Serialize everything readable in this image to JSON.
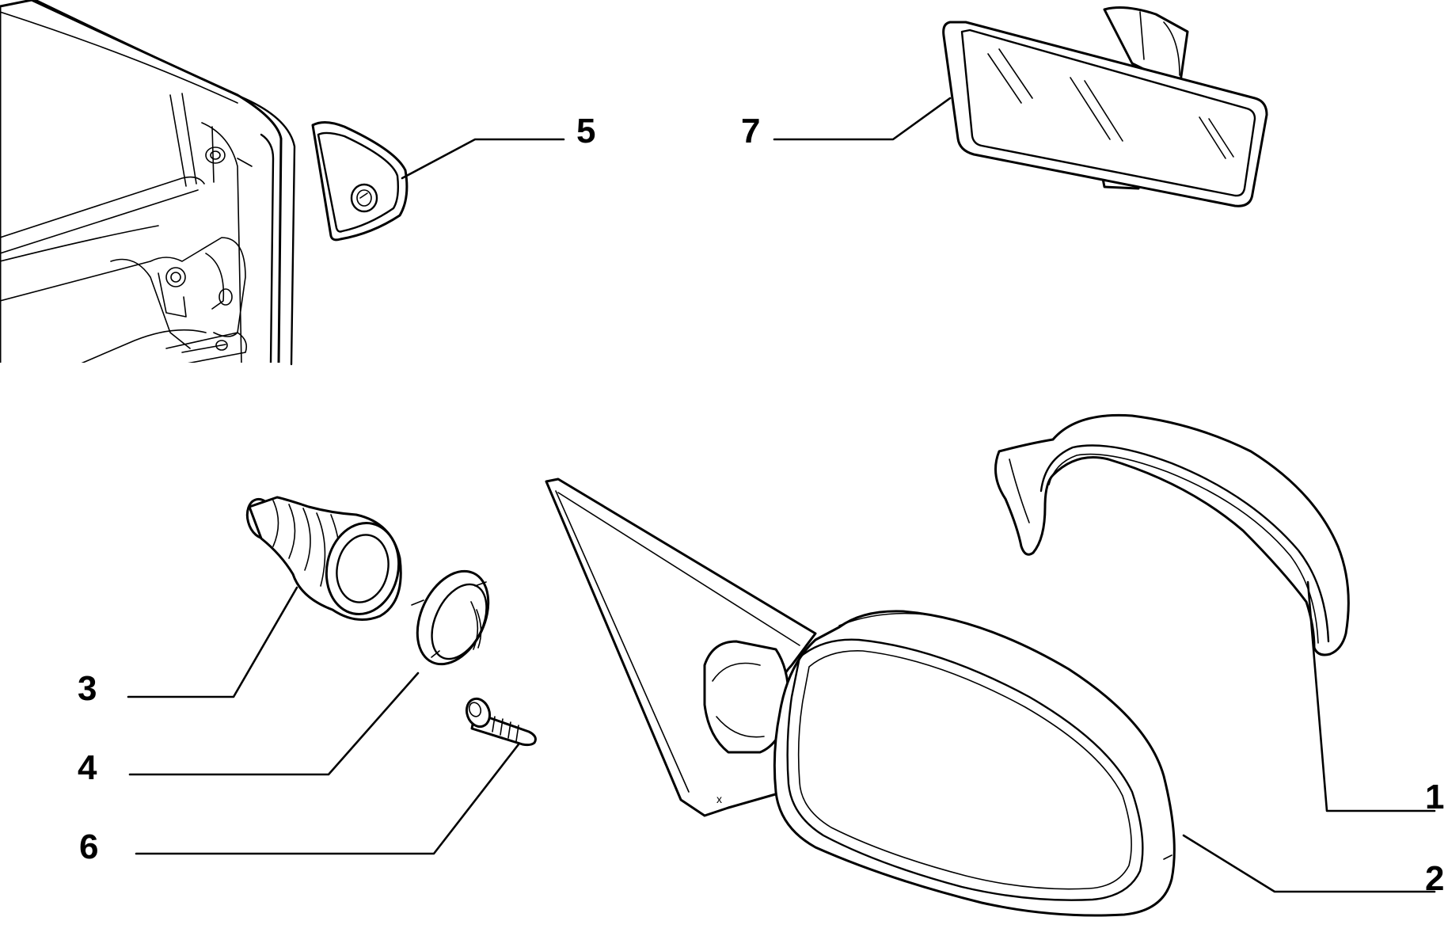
{
  "callouts": {
    "c1": "1",
    "c2": "2",
    "c3": "3",
    "c4": "4",
    "c5": "5",
    "c6": "6",
    "c7": "7"
  },
  "marks": {
    "x_mark": "x"
  }
}
